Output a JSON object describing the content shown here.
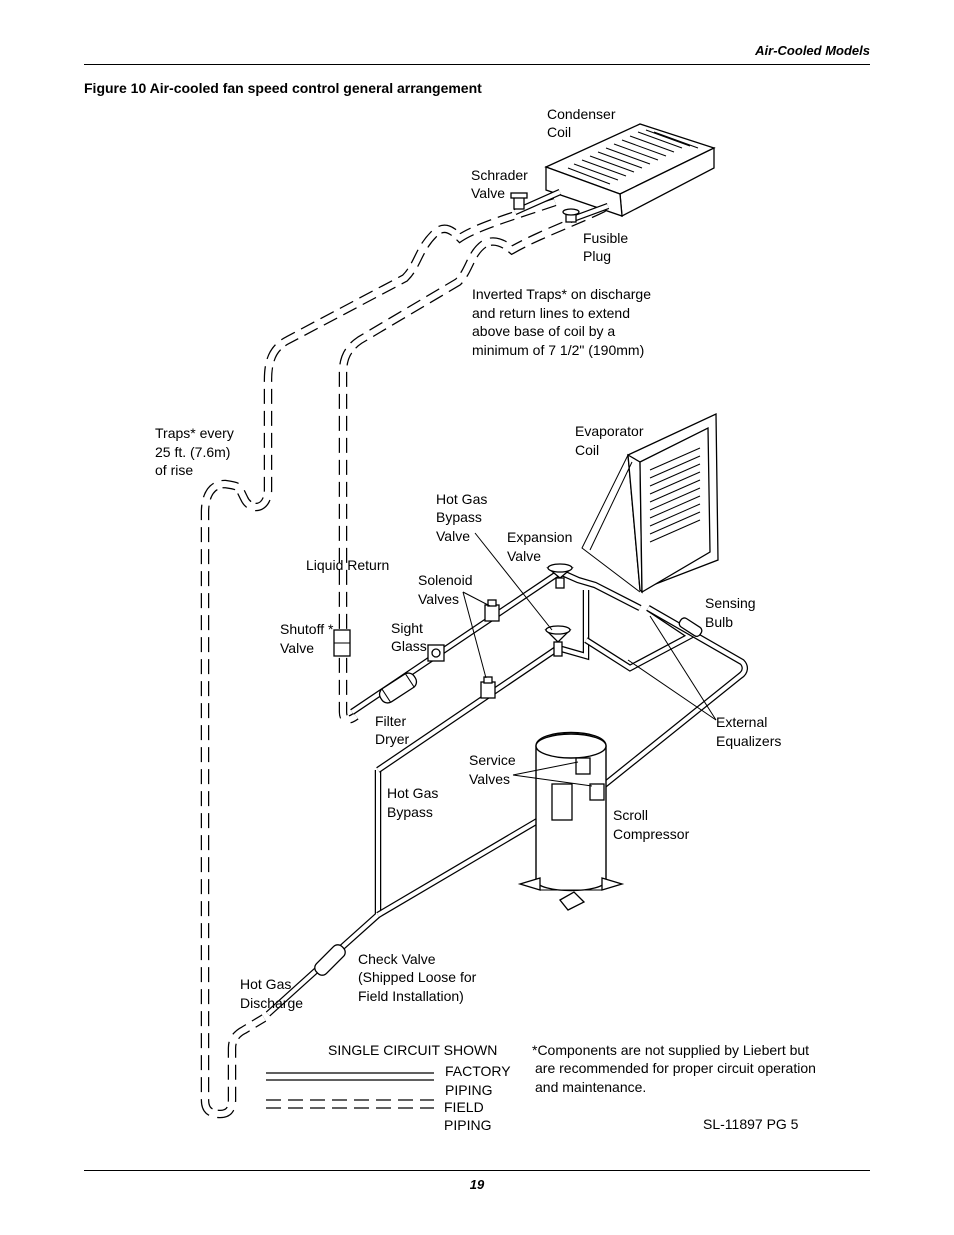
{
  "header": {
    "section": "Air-Cooled Models"
  },
  "figure": {
    "title": "Figure 10  Air-cooled fan speed control general arrangement"
  },
  "labels": {
    "condenser_coil": [
      "Condenser",
      "Coil"
    ],
    "schrader_valve": [
      "Schrader",
      "Valve"
    ],
    "fusible_plug": [
      "Fusible",
      "Plug"
    ],
    "inverted_traps": [
      "Inverted Traps* on discharge",
      "and return lines to extend",
      "above base of coil by a",
      "minimum of 7 1/2\" (190mm)"
    ],
    "traps": [
      "Traps* every",
      "25 ft. (7.6m)",
      "of rise"
    ],
    "evaporator_coil": [
      "Evaporator",
      "Coil"
    ],
    "hot_gas_bypass_valve": [
      "Hot Gas",
      "Bypass",
      "Valve"
    ],
    "expansion_valve": [
      "Expansion",
      "Valve"
    ],
    "liquid_return": [
      "Liquid Return"
    ],
    "solenoid_valves": [
      "Solenoid",
      "Valves"
    ],
    "sensing_bulb": [
      "Sensing",
      "Bulb"
    ],
    "shutoff_valve": [
      "Shutoff *",
      "Valve"
    ],
    "sight_glass": [
      "Sight",
      "Glass"
    ],
    "filter_dryer": [
      "Filter",
      "Dryer"
    ],
    "external_equalizers": [
      "External",
      "Equalizers"
    ],
    "service_valves": [
      "Service",
      "Valves"
    ],
    "hot_gas_bypass": [
      "Hot Gas",
      "Bypass"
    ],
    "scroll_compressor": [
      "Scroll",
      "Compressor"
    ],
    "check_valve": [
      "Check Valve",
      "(Shipped Loose for",
      "Field Installation)"
    ],
    "hot_gas_discharge": [
      "Hot Gas",
      "Discharge"
    ]
  },
  "legend": {
    "title": "SINGLE CIRCUIT SHOWN",
    "factory": [
      "FACTORY",
      "PIPING"
    ],
    "field": [
      "FIELD",
      "PIPING"
    ]
  },
  "note": [
    "*Components are not supplied by Liebert but",
    "are recommended for proper circuit operation",
    "and maintenance."
  ],
  "drawing_id": "SL-11897 PG 5",
  "footer": {
    "page": "19"
  }
}
